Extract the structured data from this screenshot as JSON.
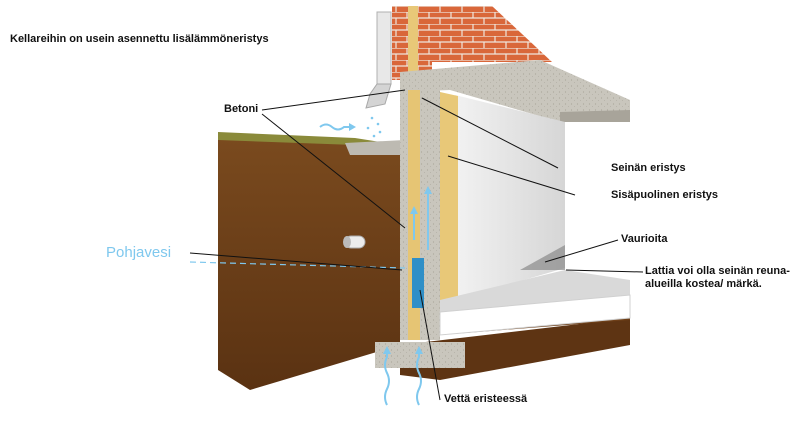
{
  "title": "Kellareihin on usein asennettu lisälämmöneristys",
  "labels": {
    "betoni": "Betoni",
    "seinan_eristys": "Seinän eristys",
    "sisapuolinen_eristys": "Sisäpuolinen eristys",
    "vaurioita": "Vaurioita",
    "lattia_line1": "Lattia voi olla seinän reuna-",
    "lattia_line2": "alueilla kostea/ märkä.",
    "pohjavesi": "Pohjavesi",
    "vetta_eristeessa": "Vettä eristeessä"
  },
  "colors": {
    "brick": "#d9673a",
    "soil": "#6e3f18",
    "concrete": "#c9c6bd",
    "insulation": "#e8c878",
    "water": "#7fc8ee",
    "wet_insulation": "#2f8fc7"
  }
}
